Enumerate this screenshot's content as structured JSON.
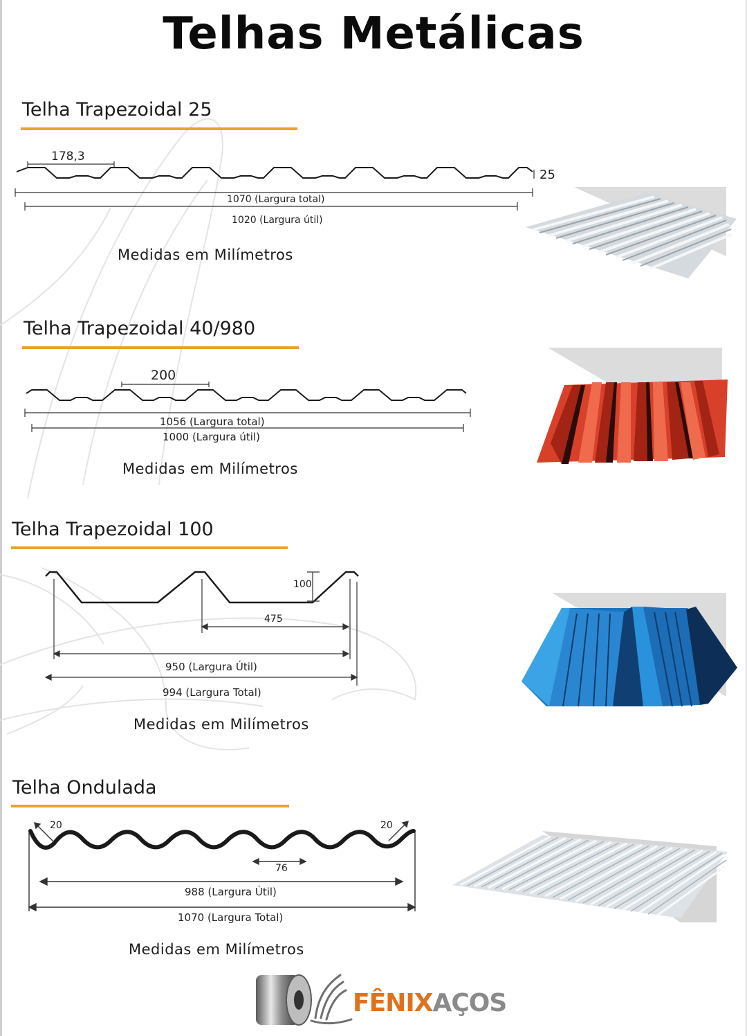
{
  "title": "Telhas Metálicas",
  "units_label": "Medidas em Milímetros",
  "accent_color": "#e6a529",
  "sections": [
    {
      "title": "Telha Trapezoidal 25",
      "dims": {
        "pitch": "178,3",
        "height": "25",
        "total": "1070 (Largura total)",
        "useful": "1020 (Largura útil)"
      },
      "photo_color": "#d8dde2"
    },
    {
      "title": "Telha Trapezoidal 40/980",
      "dims": {
        "pitch": "200",
        "total": "1056 (Largura total)",
        "useful": "1000 (Largura útil)"
      },
      "photo_color": "#e0452b"
    },
    {
      "title": "Telha Trapezoidal 100",
      "dims": {
        "height": "100",
        "pitch": "475",
        "useful": "950 (Largura Útil)",
        "total": "994 (Largura Total)"
      },
      "photo_color": "#1f7fc9"
    },
    {
      "title": "Telha Ondulada",
      "dims": {
        "edge_left": "20",
        "edge_right": "20",
        "pitch": "76",
        "useful": "988 (Largura Útil)",
        "total": "1070 (Largura Total)"
      },
      "photo_color": "#dfe3e7"
    }
  ],
  "brand": {
    "name_part1": "FÊNIX",
    "name_part2": "AÇOS"
  }
}
